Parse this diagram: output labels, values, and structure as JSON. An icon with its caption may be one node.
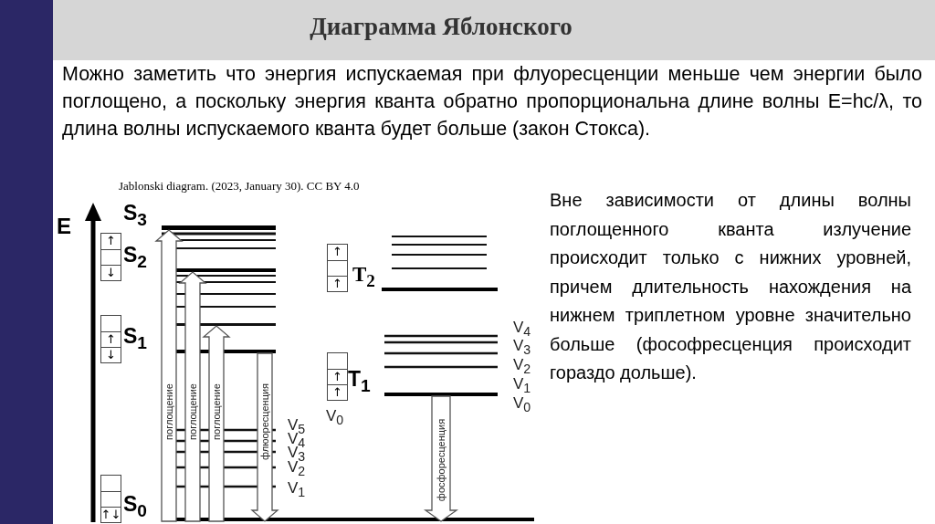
{
  "diagram": {
    "title": "Диаграмма Яблонского",
    "nodes": [
      {
        "text": [
          "S$_{3}$"
        ]
      },
      {
        "text": [
          "S$_{2}$"
        ]
      },
      {
        "text": [
          "S$_{1}$"
        ]
      },
      {
        "text": [
          "S$_{0}$"
        ]
      },
      {
        "text": [
          "T$_{2}$"
        ]
      },
      {
        "text": [
          "T$_{1}$"
        ]
      },
      {
        "text": [],
        "shape": "bar"
      }
    ],
    "edges": [
      {
        "from": 3,
        "to": 0,
        "arrow": "to",
        "label": "поглощение"
      },
      {
        "from": 3,
        "to": 1,
        "arrow": "to",
        "label": "поглощение"
      },
      {
        "from": 3,
        "to": 6,
        "arrow": "to",
        "label": "поглощение"
      },
      {
        "from": 2,
        "to": 3,
        "arrow": "to",
        "label": "флюоресценция"
      },
      {
        "from": 5,
        "to": 3,
        "arrow": "to",
        "label": "фосфоресценция"
      }
    ],
    "labels": [
      "Можно заметить что энергия испускаемая при флуоресценции меньше чем энергии было поглощено, а поскольку энергия кванта обратно пропорциональна длине волны E=hc/λ, то длина волны испускаемого кванта будет больше (закон Стокса).",
      "Jablonski diagram. (2023, January 30). CC BY 4.0",
      "Вне зависимости от длины волны поглощенного кванта излучение происходит только с нижних уровней, причем длительность нахождения на нижнем триплетном уровне значительно больше (фософресценция происходит гораздо дольше).",
      "E",
      "↑",
      "↓",
      "↑",
      "↑",
      "↑",
      "↓",
      "↑",
      "↑",
      "↑↓",
      "V$_{0}$",
      "V$_{4}$",
      "V$_{3}$",
      "V$_{2}$",
      "V$_{1}$",
      "V$_{0}$",
      "V$_{5}$",
      "V$_{4}$",
      "V$_{3}$",
      "V$_{2}$",
      "V$_{1}$"
    ]
  }
}
